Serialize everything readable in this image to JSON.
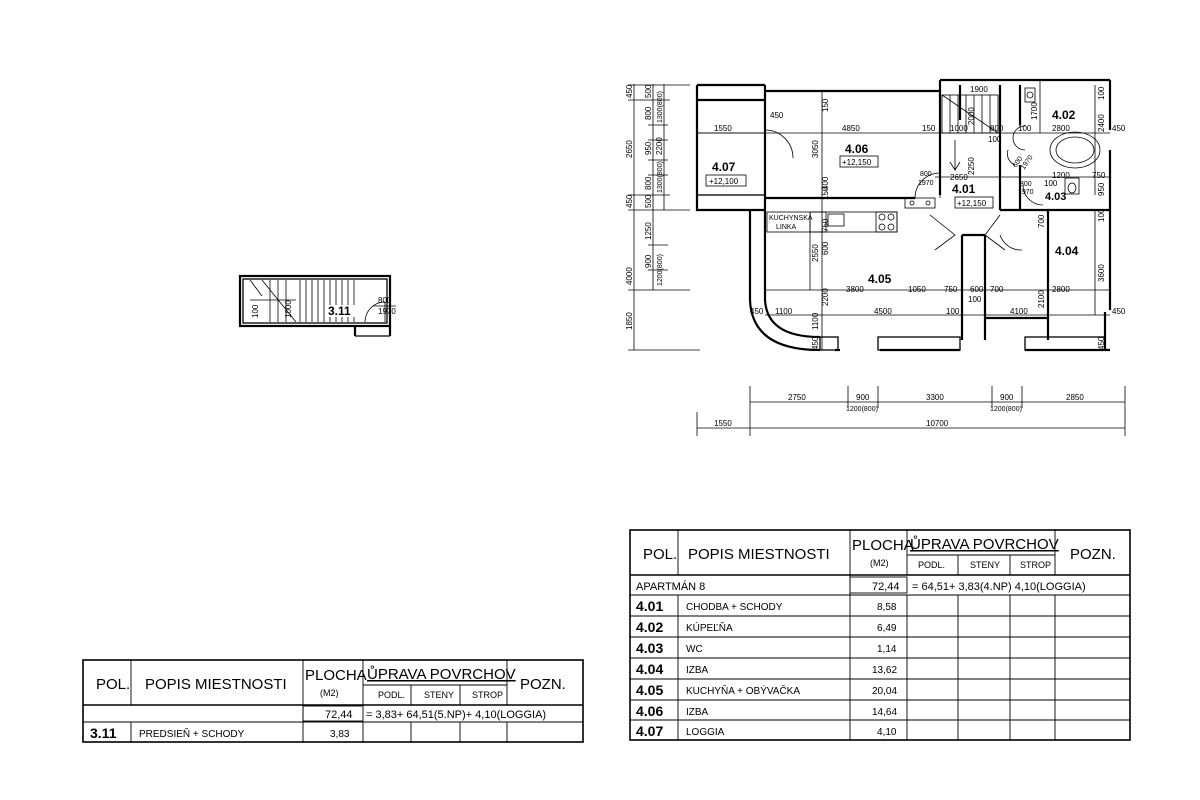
{
  "plan": {
    "upper": {
      "rooms": [
        {
          "id": "4.01",
          "level": "+12,150"
        },
        {
          "id": "4.02"
        },
        {
          "id": "4.03"
        },
        {
          "id": "4.04"
        },
        {
          "id": "4.05"
        },
        {
          "id": "4.06",
          "level": "+12,150"
        },
        {
          "id": "4.07",
          "level": "+12,100"
        }
      ],
      "kitchen_label_1": "KUCHYNSKÁ",
      "kitchen_label_2": "LINKA",
      "left_dims": [
        "450",
        "500",
        "800",
        "1300(800)",
        "950",
        "2200",
        "800",
        "1300(800)",
        "500",
        "2650",
        "450",
        "1250",
        "900",
        "1200(800)",
        "4000",
        "1850"
      ],
      "dims": {
        "d1550_top": "1550",
        "d450_door": "450",
        "d4850": "4850",
        "d150_a": "150",
        "d150_b": "150",
        "d150_c": "150",
        "d1000": "1000",
        "d800_a": "800",
        "d100_a": "100",
        "d100_b": "100",
        "d2800_top": "2800",
        "d450_right": "450",
        "d1900": "1900",
        "d2000": "2000",
        "d1700": "1700",
        "d100_c": "100",
        "d2400": "2400",
        "d3050": "3050",
        "d400": "400",
        "d800_1970_a": "800",
        "d1970_a": "1970",
        "d2250": "2250",
        "d2650": "2650",
        "d600_1970": "600",
        "d1970_b": "1970",
        "d1200": "1200",
        "d750_a": "750",
        "d800_b": "800",
        "d100_d": "100",
        "d1970_c": "1970",
        "d950": "950",
        "d750_k": "750",
        "d600_k": "600",
        "d2550": "2550",
        "d700": "700",
        "d100_e": "100",
        "d3800": "3800",
        "d2200": "2200",
        "d1050": "1050",
        "d750_b": "750",
        "d600_b": "600",
        "d700_b": "700",
        "d2100": "2100",
        "d2800_b": "2800",
        "d3600": "3600",
        "d100_f": "100",
        "d450_b1": "450",
        "d1100_a": "1100",
        "d1100_b": "1100",
        "d4500": "4500",
        "d100_g": "100",
        "d4100": "4100",
        "d450_b2": "450",
        "d450_v": "450",
        "d450_v2": "450"
      },
      "bottom_dims": {
        "d2750": "2750",
        "d900_a": "900",
        "d1200_800_a": "1200(800)",
        "d3300": "3300",
        "d900_b": "900",
        "d1200_800_b": "1200(800)",
        "d2850": "2850",
        "d1550": "1550",
        "d10700": "10700"
      }
    },
    "lower": {
      "room": "3.11",
      "dims": {
        "d100": "100",
        "d1000": "1000",
        "d800": "800",
        "d1970": "1970"
      }
    }
  },
  "table_right": {
    "headers": {
      "pol": "POL.",
      "popis": "POPIS MIESTNOSTI",
      "plocha": "PLOCHA",
      "unit": "(M2)",
      "uprava": "ŮPRAVA POVRCHOV",
      "podl": "PODL.",
      "steny": "STENY",
      "strop": "STROP",
      "pozn": "POZN."
    },
    "summary": {
      "label": "APARTMÁN 8",
      "area": "72,44",
      "formula": "= 64,51+ 3,83(4.NP) 4,10(LOGGIA)"
    },
    "rows": [
      {
        "pol": "4.01",
        "popis": "CHODBA + SCHODY",
        "plocha": "8,58"
      },
      {
        "pol": "4.02",
        "popis": "KÚPEĽŇA",
        "plocha": "6,49"
      },
      {
        "pol": "4.03",
        "popis": "WC",
        "plocha": "1,14"
      },
      {
        "pol": "4.04",
        "popis": "IZBA",
        "plocha": "13,62"
      },
      {
        "pol": "4.05",
        "popis": "KUCHYŇA + OBÝVAČKA",
        "plocha": "20,04"
      },
      {
        "pol": "4.06",
        "popis": "IZBA",
        "plocha": "14,64"
      },
      {
        "pol": "4.07",
        "popis": "LOGGIA",
        "plocha": "4,10"
      }
    ]
  },
  "table_left": {
    "headers": {
      "pol": "POL.",
      "popis": "POPIS MIESTNOSTI",
      "plocha": "PLOCHA",
      "unit": "(M2)",
      "uprava": "ŮPRAVA POVRCHOV",
      "podl": "PODL.",
      "steny": "STENY",
      "strop": "STROP",
      "pozn": "POZN."
    },
    "summary": {
      "area": "72,44",
      "formula": "= 3,83+ 64,51(5.NP)+ 4,10(LOGGIA)"
    },
    "rows": [
      {
        "pol": "3.11",
        "popis": "PREDSIEŇ + SCHODY",
        "plocha": "3,83"
      }
    ]
  }
}
